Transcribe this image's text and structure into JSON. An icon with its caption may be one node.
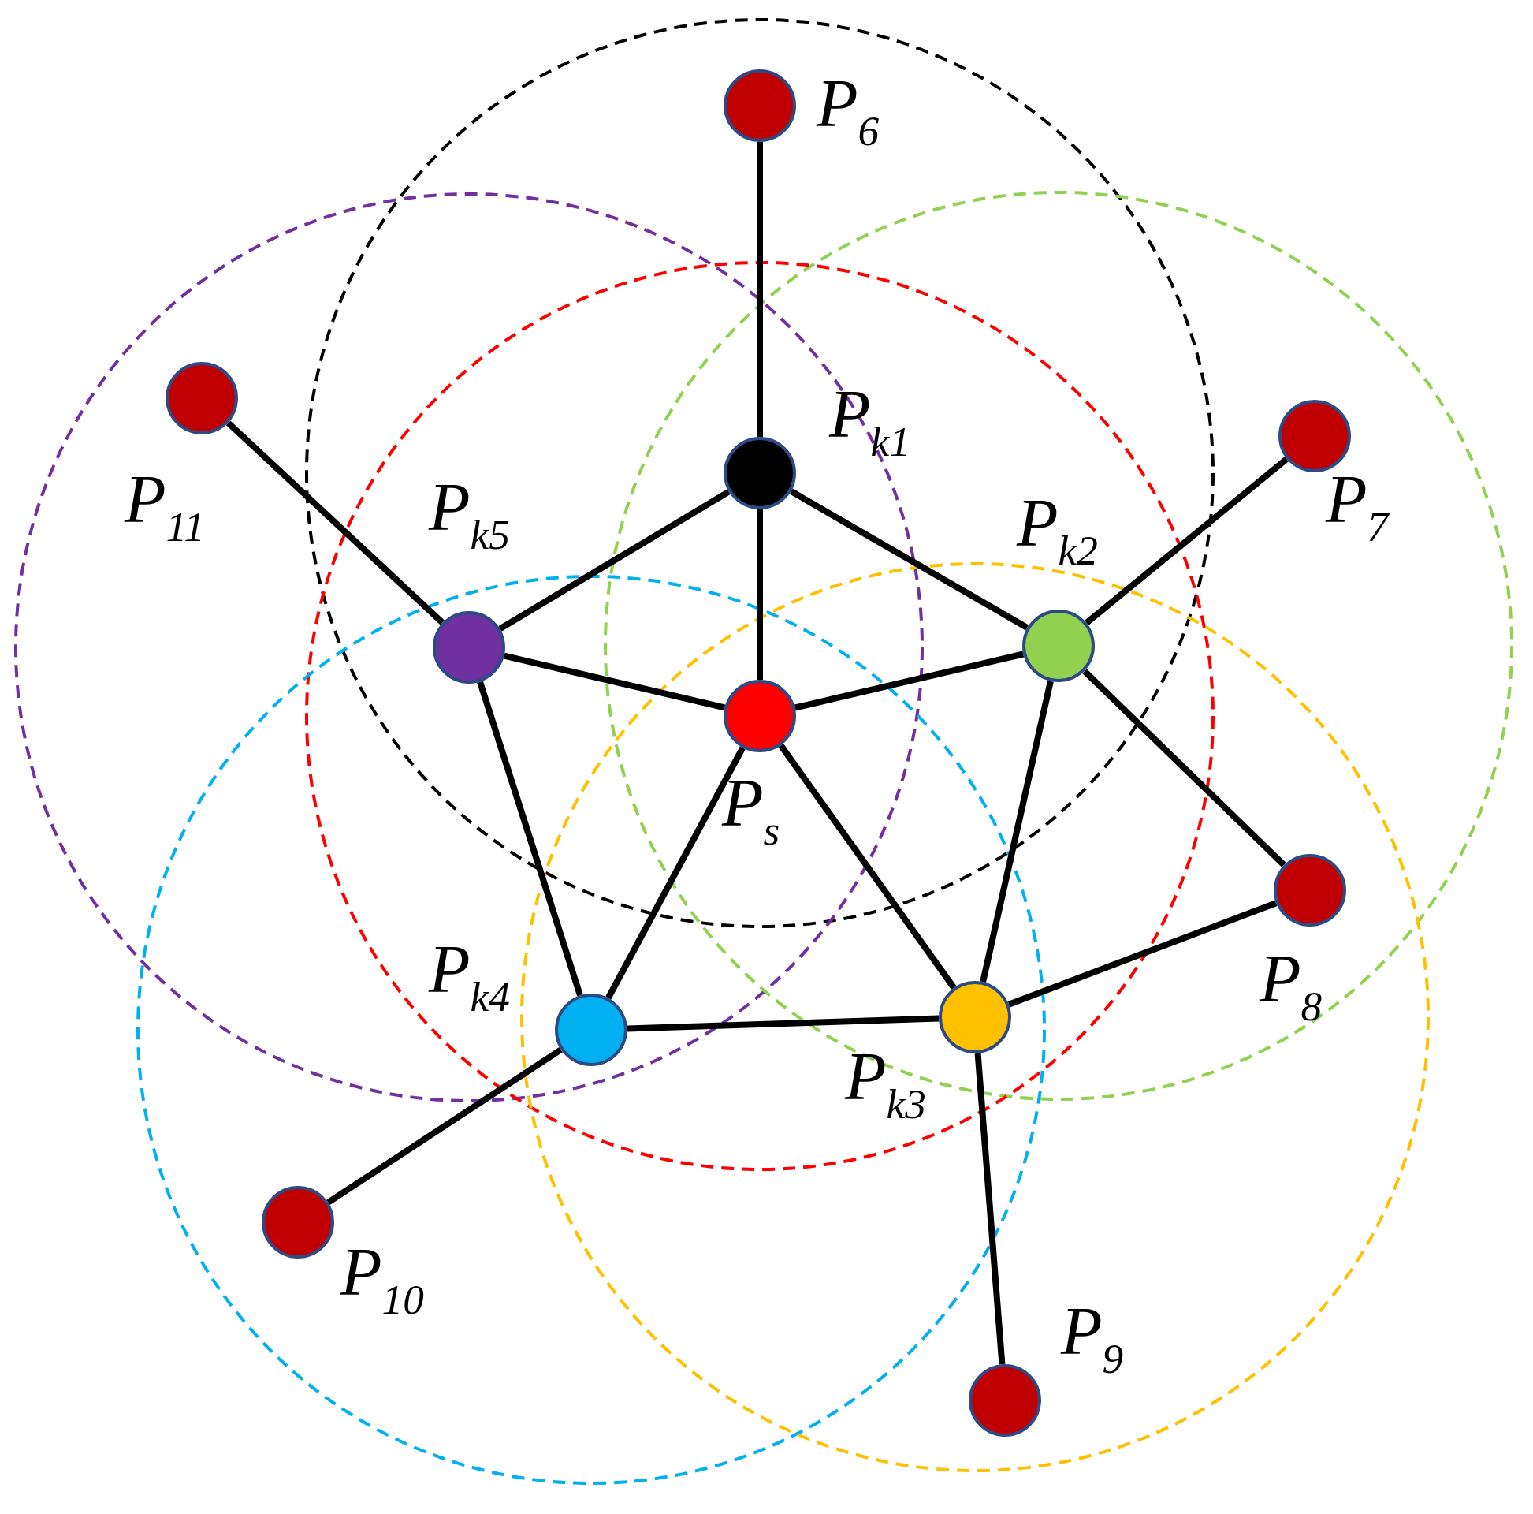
{
  "diagram": {
    "nodes": [
      {
        "text": [],
        "shape": "circle",
        "beside": [
          "P$_{6}$"
        ]
      },
      {
        "text": [],
        "shape": "circle",
        "beside": [
          "P$_{11}$"
        ]
      },
      {
        "text": [],
        "shape": "circle",
        "beside": [
          "P$_{k1}$"
        ]
      },
      {
        "text": [],
        "shape": "circle",
        "beside": [
          "P$_{7}$"
        ]
      },
      {
        "text": [],
        "shape": "circle",
        "beside": [
          "P$_{k5}$"
        ]
      },
      {
        "text": [],
        "shape": "circle",
        "beside": [
          "P$_{k2}$"
        ]
      },
      {
        "text": [],
        "shape": "circle",
        "beside": [
          "P$_{s}$"
        ]
      },
      {
        "text": [],
        "shape": "circle",
        "beside": [
          "P$_{k4}$"
        ]
      },
      {
        "text": [],
        "shape": "circle",
        "beside": [
          "P$_{k3}$"
        ]
      },
      {
        "text": [],
        "shape": "circle",
        "beside": [
          "P$_{8}$"
        ]
      },
      {
        "text": [],
        "shape": "circle",
        "beside": [
          "P$_{10}$"
        ]
      },
      {
        "text": [],
        "shape": "circle",
        "beside": [
          "P$_{9}$"
        ]
      }
    ],
    "edges": [
      {
        "from": 2,
        "to": 0,
        "arrow": "none"
      },
      {
        "from": 2,
        "to": 6,
        "arrow": "none"
      },
      {
        "from": 2,
        "to": 4,
        "arrow": "none"
      },
      {
        "from": 2,
        "to": 5,
        "arrow": "none"
      },
      {
        "from": 5,
        "to": 3,
        "arrow": "none"
      },
      {
        "from": 5,
        "to": 9,
        "arrow": "none"
      },
      {
        "from": 5,
        "to": 6,
        "arrow": "none"
      },
      {
        "from": 5,
        "to": 8,
        "arrow": "none"
      },
      {
        "from": 8,
        "to": 9,
        "arrow": "none"
      },
      {
        "from": 8,
        "to": 11,
        "arrow": "none"
      },
      {
        "from": 8,
        "to": 6,
        "arrow": "none"
      },
      {
        "from": 8,
        "to": 7,
        "arrow": "none"
      },
      {
        "from": 7,
        "to": 6,
        "arrow": "none"
      },
      {
        "from": 7,
        "to": 4,
        "arrow": "none"
      },
      {
        "from": 7,
        "to": 10,
        "arrow": "none"
      },
      {
        "from": 4,
        "to": 6,
        "arrow": "none"
      },
      {
        "from": 4,
        "to": 1,
        "arrow": "none"
      }
    ]
  }
}
